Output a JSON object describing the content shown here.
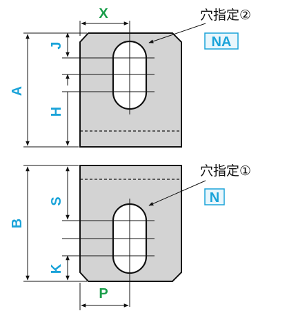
{
  "colors": {
    "plate_fill": "#d3d3d3",
    "outline": "#111111",
    "dim_blue": "#1aa3d9",
    "dim_green": "#1a9e4a",
    "code_box_fill": "#e9f6fc"
  },
  "top": {
    "dims": {
      "X": "X",
      "A": "A",
      "J": "J",
      "H": "H"
    },
    "hole_note": "穴指定②",
    "hole_code": "NA"
  },
  "bottom": {
    "dims": {
      "B": "B",
      "S": "S",
      "K": "K",
      "P": "P"
    },
    "hole_note": "穴指定①",
    "hole_code": "N"
  }
}
